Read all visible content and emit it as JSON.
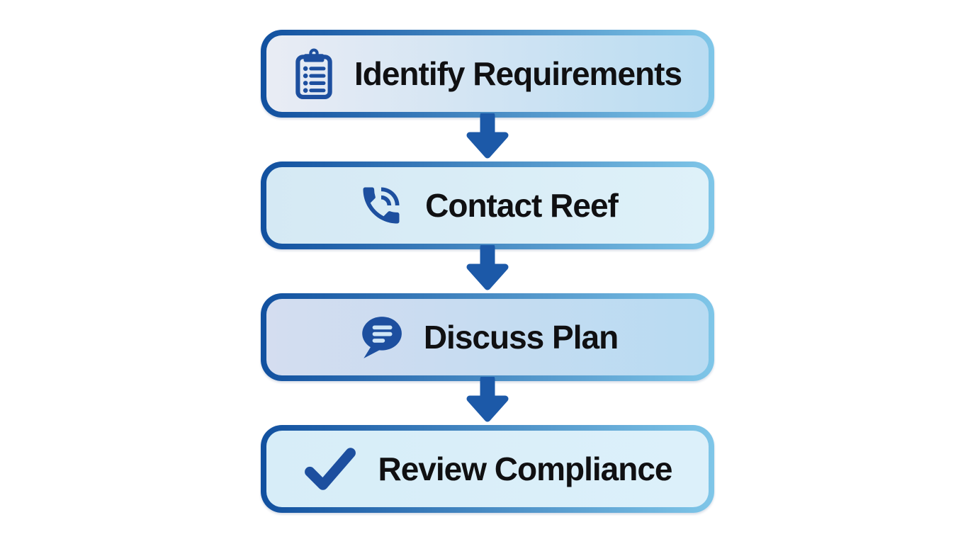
{
  "diagram": {
    "type": "flowchart",
    "direction": "vertical",
    "steps": [
      {
        "label": "Identify Requirements",
        "icon": "clipboard-checklist-icon",
        "bg_left": "#e9ecf4",
        "bg_right": "#b9dcf2"
      },
      {
        "label": "Contact Reef",
        "icon": "phone-call-icon",
        "bg_left": "#d5e9f4",
        "bg_right": "#def1f9"
      },
      {
        "label": "Discuss Plan",
        "icon": "speech-bubble-icon",
        "bg_left": "#d4ddf0",
        "bg_right": "#b8dbf2"
      },
      {
        "label": "Review Compliance",
        "icon": "checkmark-icon",
        "bg_left": "#d7edf8",
        "bg_right": "#dcf0fa"
      }
    ],
    "connector_icon": "down-arrow-icon",
    "colors": {
      "page_background": "#ffffff",
      "icon_blue": "#1d4f9f",
      "arrow_blue": "#1c59a8",
      "border_gradient_start": "#11509f",
      "border_gradient_end": "#7fc6e8",
      "bubble_line_light": "#cfe6f7",
      "clip_hole_light": "#dbe9f6",
      "text": "#101012"
    }
  }
}
